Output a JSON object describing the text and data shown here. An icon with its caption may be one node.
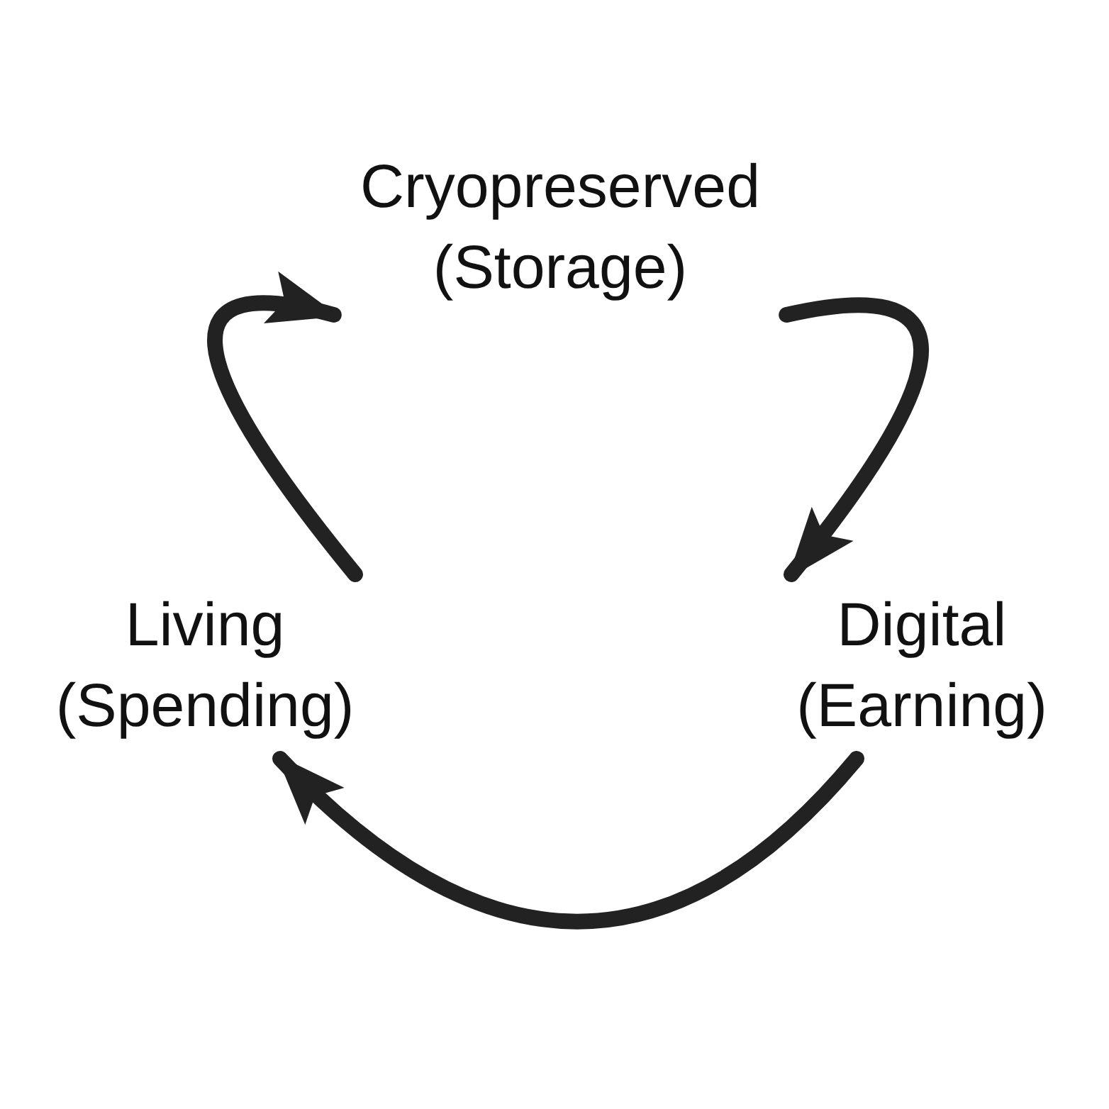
{
  "diagram": {
    "nodes": [
      {
        "text": [
          "Cryopreserved (Storage)"
        ]
      },
      {
        "text": [
          "Digital (Earning)"
        ]
      },
      {
        "text": [
          "Living (Spending)"
        ]
      }
    ],
    "edges": [
      {
        "from": 0,
        "to": 1,
        "arrow": "to"
      },
      {
        "from": 1,
        "to": 2,
        "arrow": "to"
      },
      {
        "from": 2,
        "to": 0,
        "arrow": "to"
      }
    ]
  }
}
